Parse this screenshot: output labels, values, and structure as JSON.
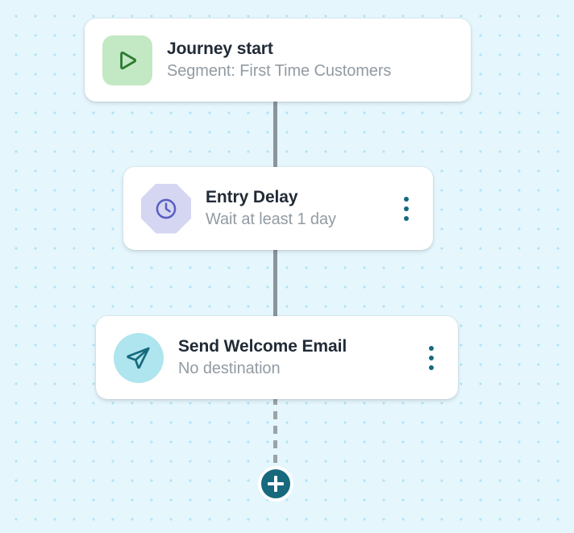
{
  "canvas": {
    "background_color": "#e5f6fd",
    "dot_color": "#b3e2f7",
    "connector_color": "#8a949c"
  },
  "nodes": [
    {
      "id": "journey-start",
      "icon": "play-icon",
      "icon_bg": "#c3e8c4",
      "icon_color": "#2e7d32",
      "title": "Journey start",
      "subtitle": "Segment: First Time Customers",
      "has_menu": false
    },
    {
      "id": "entry-delay",
      "icon": "clock-icon",
      "icon_bg": "#d5d6f2",
      "icon_color": "#5a5fc0",
      "title": "Entry Delay",
      "subtitle": "Wait at least 1 day",
      "has_menu": true
    },
    {
      "id": "send-welcome-email",
      "icon": "send-icon",
      "icon_bg": "#aee5ee",
      "icon_color": "#17697d",
      "title": "Send Welcome Email",
      "subtitle": "No destination",
      "has_menu": true
    }
  ],
  "add_button": {
    "icon": "plus-icon",
    "color": "#17697d",
    "ring_color": "#ffffff"
  },
  "menu": {
    "icon": "more-vertical-icon",
    "color": "#17697d"
  }
}
